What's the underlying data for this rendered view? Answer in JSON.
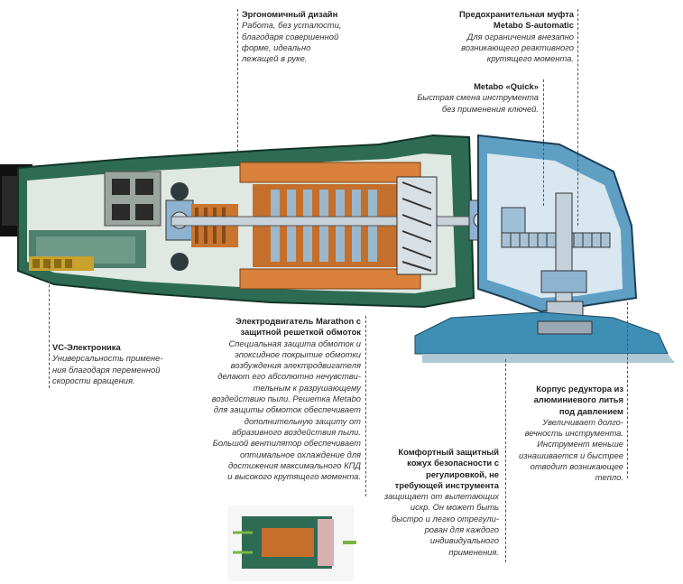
{
  "callouts": {
    "ergonomic": {
      "title": "Эргономичный дизайн",
      "desc": [
        "Работа, без усталости,",
        "благодаря совершенной",
        "форме, идеально",
        "лежащей в руке."
      ]
    },
    "clutch": {
      "title": [
        "Предохранительная муфта",
        "Metabo S-automatic"
      ],
      "desc": [
        "Для ограничения внезапно",
        "возникающего реактивного",
        "крутящего момента."
      ]
    },
    "quick": {
      "title": "Metabo «Quick»",
      "desc": [
        "Быстрая смена инструмента",
        "без применения ключей."
      ]
    },
    "motor": {
      "title": [
        "Электродвигатель Marathon с",
        "защитной решеткой обмоток"
      ],
      "desc": [
        "Специальная защита обмоток и",
        "эпоксидное покрытие обмотки",
        "возбуждения электродвигателя",
        "делают его абсолютно нечувстви-",
        "тельным к разрушающему",
        "воздействию пыли. Решетка Metabo",
        "для защиты обмоток обеспечивает",
        "дополнительную защиту от",
        "абразивного воздействия пыли.",
        "Большой вентилятор обеспечивает",
        "оптимальное охлаждение для",
        "достижения максимального КПД",
        "и высокого крутящего момента."
      ]
    },
    "vc": {
      "title": "VC-Электроника",
      "desc": [
        "Универсальность примене-",
        "ния благодаря переменной",
        "скорости вращения."
      ]
    },
    "gearbox": {
      "title": [
        "Корпус редуктора из",
        "алюминиевого литья",
        "под давлением"
      ],
      "desc": [
        "Увеличивает долго-",
        "вечность инструмента.",
        "Инструмент меньше",
        "изнашивается и быстрее",
        "отводит возникающее",
        "тепло."
      ]
    },
    "guard": {
      "title": [
        "Комфортный защитный",
        "кожух безопасности с",
        "регулировкой, не",
        "требующей инструмента"
      ],
      "desc": [
        "защищает от вылетающих",
        "искр. Он может быть",
        "быстро и легко отрегули-",
        "рован для каждого",
        "индивидуального",
        "применения."
      ]
    }
  },
  "colors": {
    "housing": "#2e6b55",
    "housing_dark": "#1d4a3a",
    "copper": "#d9823c",
    "steel": "#b9c9d6",
    "gear_blue": "#5f9fc4",
    "disc_blue": "#3f8fb5",
    "handle_black": "#1a1a1a",
    "text": "#222222"
  }
}
